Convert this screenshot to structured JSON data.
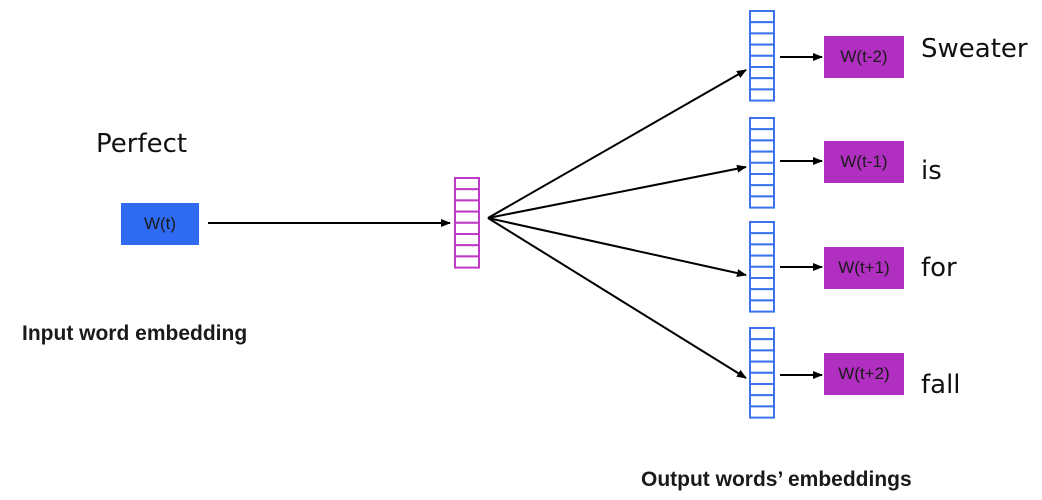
{
  "input_word": "Perfect",
  "input_box_label": "W(t)",
  "input_caption": "Input word embedding",
  "output_caption": "Output words’ embeddings",
  "outputs": [
    {
      "box_label": "W(t-2)",
      "word": "Sweater"
    },
    {
      "box_label": "W(t-1)",
      "word": "is"
    },
    {
      "box_label": "W(t+1)",
      "word": "for"
    },
    {
      "box_label": "W(t+2)",
      "word": "fall"
    }
  ],
  "colors": {
    "input_box": "#2f6bf2",
    "hidden_vector": "#c03ac8",
    "output_vector": "#3b73ee",
    "output_box": "#b12fc0",
    "arrow": "#000000"
  }
}
